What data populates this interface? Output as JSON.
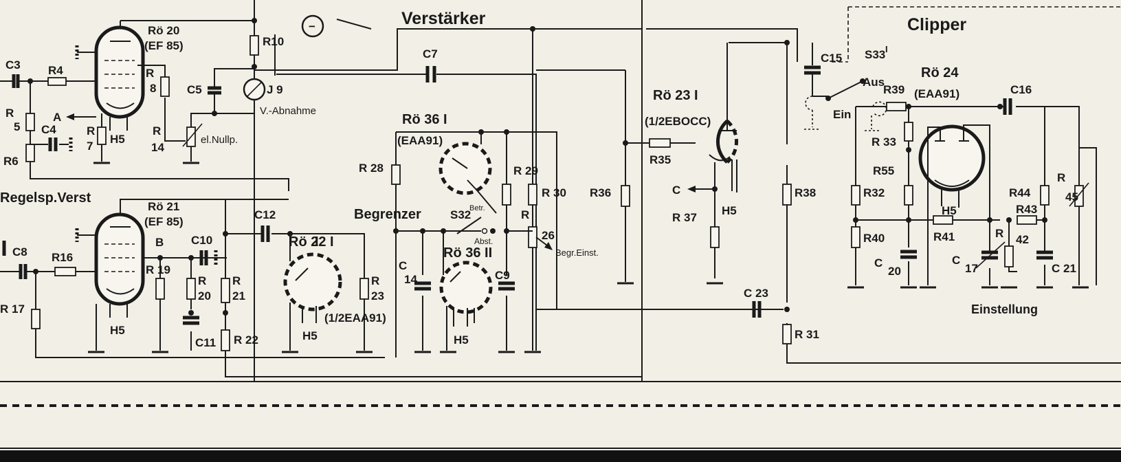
{
  "titles": {
    "amplifier": "Verstärker",
    "clipper": "Clipper",
    "limiter": "Begrenzer",
    "gain_amp": "Regelsp.Verst"
  },
  "tubes": {
    "ro20": "Rö 20",
    "ro20_type": "(EF 85)",
    "ro21": "Rö 21",
    "ro21_type": "(EF 85)",
    "ro22": "Rö 22 I",
    "ro22_type": "(1/2EAA91)",
    "ro36a": "Rö 36 I",
    "ro36a_type": "(EAA91)",
    "ro36b": "Rö 36 II",
    "ro23": "Rö 23 I",
    "ro23_type": "(1/2EBOCC)",
    "ro24": "Rö 24",
    "ro24_type": "(EAA91)"
  },
  "resistors": {
    "R4": "R4",
    "R5": "R",
    "R5b": "5",
    "R6": "R6",
    "R7": "R",
    "R7b": "7",
    "R8": "R",
    "R8b": "8",
    "R10": "R10",
    "R14": "R",
    "R14b": "14",
    "R16": "R16",
    "R17": "R 17",
    "R19": "R 19",
    "R20": "R",
    "R20b": "20",
    "R21": "R",
    "R21b": "21",
    "R22": "R 22",
    "R23": "R",
    "R23b": "23",
    "R26": "R",
    "R26b": "26",
    "R28": "R 28",
    "R29": "R 29",
    "R30": "R 30",
    "R31": "R 31",
    "R32": "R32",
    "R33": "R 33",
    "R35": "R35",
    "R36": "R36",
    "R37": "R 37",
    "R38": "R38",
    "R39": "R39",
    "R40": "R40",
    "R41": "R41",
    "R42": "R",
    "R42b": "42",
    "R43": "R43",
    "R44": "R44",
    "R45": "R",
    "R45b": "45",
    "R55": "R55"
  },
  "capacitors": {
    "C3": "C3",
    "C4": "C4",
    "C5": "C5",
    "C7": "C7",
    "C8": "C8",
    "C9": "C9",
    "C10": "C10",
    "C11": "C11",
    "C12": "C12",
    "C14": "C",
    "C14b": "14",
    "C15": "C15",
    "C16": "C16",
    "C17": "C",
    "C17b": "17",
    "C20": "C",
    "C20b": "20",
    "C21": "C 21",
    "C23": "C 23"
  },
  "misc": {
    "J9": "J 9",
    "v_abnahme": "V.-Abnahme",
    "el_nullp": "el.Nullp.",
    "A": "A",
    "B": "B",
    "C": "C",
    "H5": "H5",
    "S32": "S32",
    "S32_betr": "Betr.",
    "S32_abst": "Abst.",
    "S33": "S33",
    "S33_roman": "I",
    "aus": "Aus",
    "ein": "Ein",
    "begr_einst": "Begr.Einst.",
    "einstellung": "Einstellung",
    "minus": "−",
    "roman_I": "I",
    "roman_II": "II"
  }
}
